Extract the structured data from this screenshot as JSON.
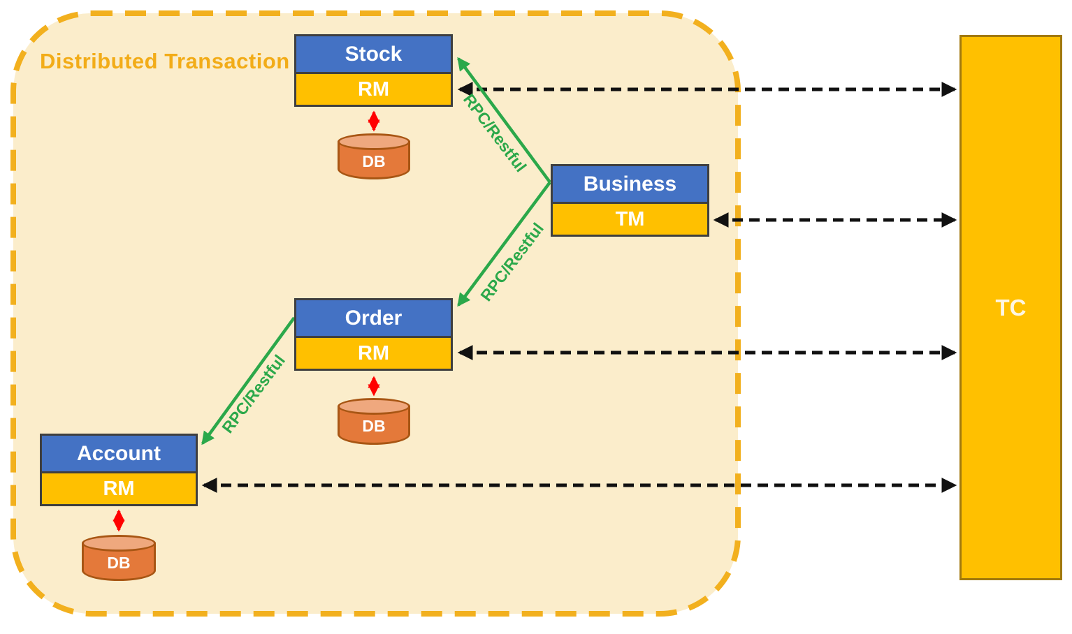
{
  "title": "Distributed Transaction",
  "nodes": {
    "stock": {
      "name": "Stock",
      "component": "RM",
      "db": "DB"
    },
    "business": {
      "name": "Business",
      "component": "TM"
    },
    "order": {
      "name": "Order",
      "component": "RM",
      "db": "DB"
    },
    "account": {
      "name": "Account",
      "component": "RM",
      "db": "DB"
    },
    "tc": {
      "name": "TC"
    }
  },
  "edges": {
    "business_to_stock": {
      "label": "RPC/Restful"
    },
    "business_to_order": {
      "label": "RPC/Restful"
    },
    "order_to_account": {
      "label": "RPC/Restful"
    }
  },
  "colors": {
    "service_header_blue": "#4472C4",
    "component_band_gold": "#FFC000",
    "tc_fill": "#FFC000",
    "container_border": "#F2B01E",
    "container_fill": "#FBEDCB",
    "title_text": "#F2AC18",
    "rpc_line_green": "#2BA84A",
    "db_link_red": "#FF0000",
    "tc_link_black": "#111111",
    "db_orange": "#E4793A"
  }
}
